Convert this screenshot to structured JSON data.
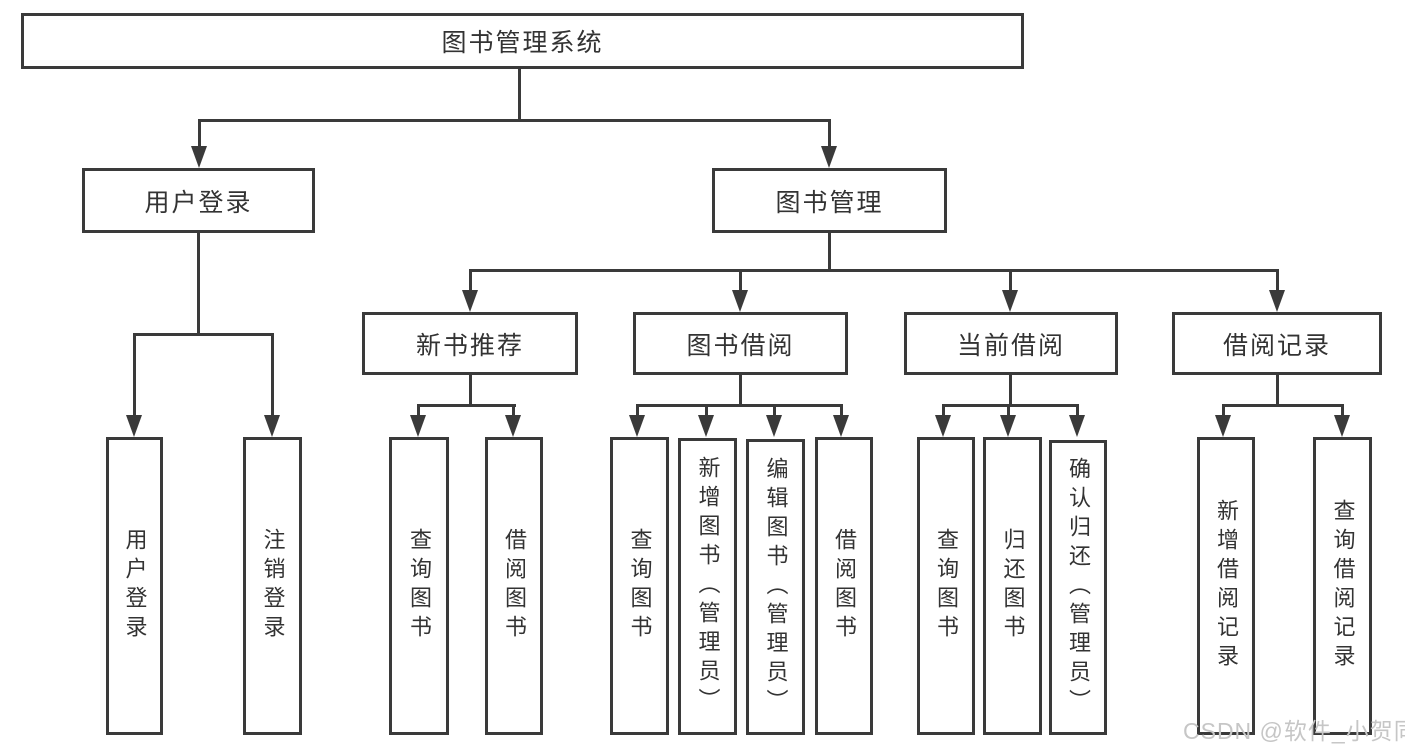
{
  "tree": {
    "label": "图书管理系统",
    "children": [
      {
        "label": "用户登录",
        "children": [
          {
            "label": "用户登录"
          },
          {
            "label": "注销登录"
          }
        ]
      },
      {
        "label": "图书管理",
        "children": [
          {
            "label": "新书推荐",
            "children": [
              {
                "label": "查询图书"
              },
              {
                "label": "借阅图书"
              }
            ]
          },
          {
            "label": "图书借阅",
            "children": [
              {
                "label": "查询图书"
              },
              {
                "label": "新增图书（管理员）"
              },
              {
                "label": "编辑图书（管理员）"
              },
              {
                "label": "借阅图书"
              }
            ]
          },
          {
            "label": "当前借阅",
            "children": [
              {
                "label": "查询图书"
              },
              {
                "label": "归还图书"
              },
              {
                "label": "确认归还（管理员）"
              }
            ]
          },
          {
            "label": "借阅记录",
            "children": [
              {
                "label": "新增借阅记录"
              },
              {
                "label": "查询借阅记录"
              }
            ]
          }
        ]
      }
    ]
  },
  "watermark": {
    "text": "CSDN @软件_小贺同学"
  },
  "colors": {
    "line": "#3a3a3a",
    "text": "#333333",
    "background": "#ffffff",
    "watermark": "#c6c6c6"
  }
}
